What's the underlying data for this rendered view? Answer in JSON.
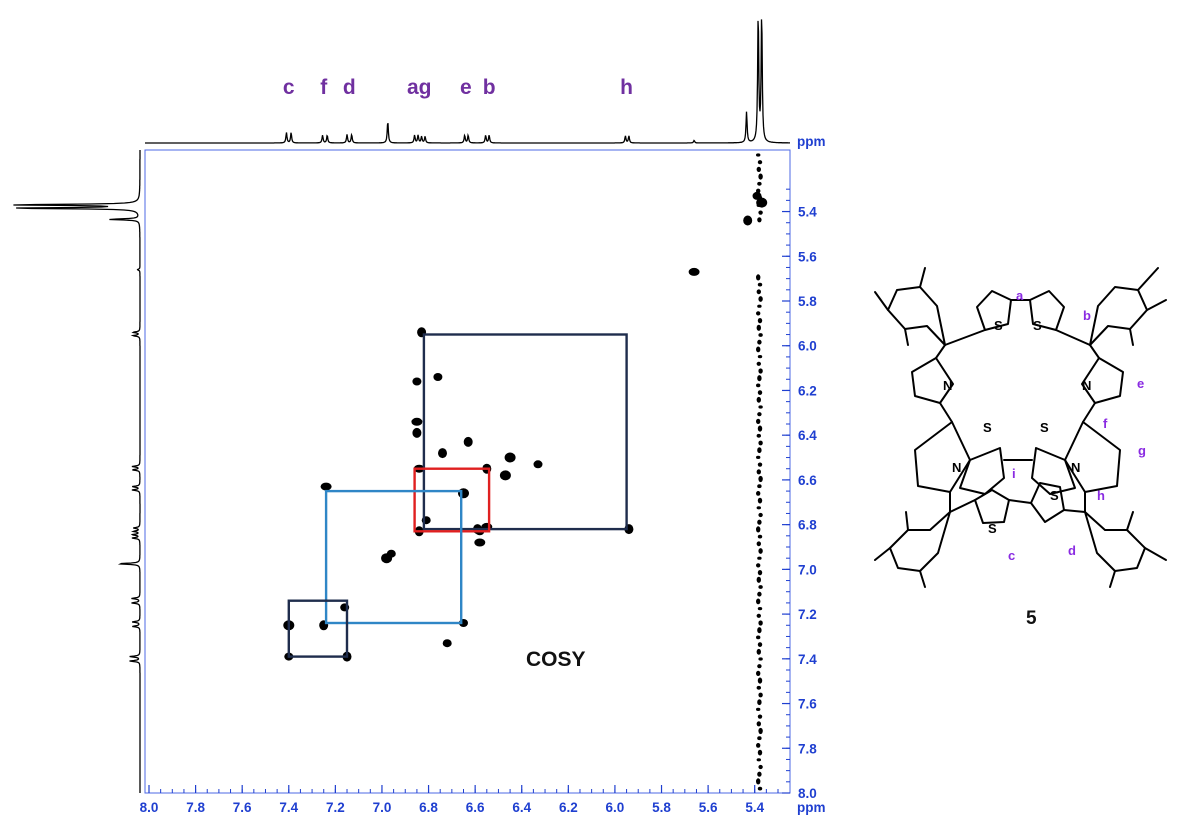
{
  "chart_data": {
    "type": "scatter",
    "title": "COSY",
    "xlabel": "ppm",
    "ylabel": "ppm",
    "xlim": [
      8.0,
      5.3
    ],
    "ylim": [
      5.25,
      8.0
    ],
    "x_ticks": [
      "8.0",
      "7.8",
      "7.6",
      "7.4",
      "7.2",
      "7.0",
      "6.8",
      "6.6",
      "6.4",
      "6.2",
      "6.0",
      "5.8",
      "5.6",
      "5.4"
    ],
    "y_ticks": [
      "5.4",
      "5.6",
      "5.8",
      "6.0",
      "6.2",
      "6.4",
      "6.6",
      "6.8",
      "7.0",
      "7.2",
      "7.4",
      "7.6",
      "7.8",
      "8.0"
    ],
    "axis_color": "#1f3fd0",
    "grid": false,
    "peak_labels": [
      {
        "label": "c",
        "ppm": 7.4
      },
      {
        "label": "f",
        "ppm": 7.25
      },
      {
        "label": "d",
        "ppm": 7.14
      },
      {
        "label": "ag",
        "ppm": 6.84
      },
      {
        "label": "e",
        "ppm": 6.64
      },
      {
        "label": "b",
        "ppm": 6.54
      },
      {
        "label": "h",
        "ppm": 5.95
      }
    ],
    "spectrum_1d": [
      {
        "ppm": 7.41,
        "height": 0.08
      },
      {
        "ppm": 7.39,
        "height": 0.08
      },
      {
        "ppm": 7.255,
        "height": 0.06
      },
      {
        "ppm": 7.235,
        "height": 0.06
      },
      {
        "ppm": 7.15,
        "height": 0.065
      },
      {
        "ppm": 7.13,
        "height": 0.065
      },
      {
        "ppm": 6.975,
        "height": 0.17
      },
      {
        "ppm": 6.86,
        "height": 0.06
      },
      {
        "ppm": 6.845,
        "height": 0.06
      },
      {
        "ppm": 6.83,
        "height": 0.05
      },
      {
        "ppm": 6.815,
        "height": 0.05
      },
      {
        "ppm": 6.645,
        "height": 0.06
      },
      {
        "ppm": 6.63,
        "height": 0.06
      },
      {
        "ppm": 6.555,
        "height": 0.06
      },
      {
        "ppm": 6.54,
        "height": 0.06
      },
      {
        "ppm": 5.955,
        "height": 0.055
      },
      {
        "ppm": 5.94,
        "height": 0.055
      },
      {
        "ppm": 5.66,
        "height": 0.02
      },
      {
        "ppm": 5.435,
        "height": 0.24
      },
      {
        "ppm": 5.385,
        "height": 1.0
      },
      {
        "ppm": 5.37,
        "height": 1.0
      }
    ],
    "cross_peaks": [
      {
        "x": 7.4,
        "y": 7.25
      },
      {
        "x": 7.4,
        "y": 7.39
      },
      {
        "x": 7.25,
        "y": 7.25
      },
      {
        "x": 7.24,
        "y": 6.63
      },
      {
        "x": 7.15,
        "y": 7.39
      },
      {
        "x": 7.16,
        "y": 7.17
      },
      {
        "x": 6.98,
        "y": 6.95
      },
      {
        "x": 6.96,
        "y": 6.93
      },
      {
        "x": 6.84,
        "y": 6.83
      },
      {
        "x": 6.84,
        "y": 6.55
      },
      {
        "x": 6.83,
        "y": 5.94
      },
      {
        "x": 6.81,
        "y": 6.78
      },
      {
        "x": 6.65,
        "y": 6.66
      },
      {
        "x": 6.65,
        "y": 7.24
      },
      {
        "x": 6.55,
        "y": 6.55
      },
      {
        "x": 6.55,
        "y": 6.81
      },
      {
        "x": 6.63,
        "y": 6.43
      },
      {
        "x": 6.58,
        "y": 6.83
      },
      {
        "x": 6.45,
        "y": 6.5
      },
      {
        "x": 6.33,
        "y": 6.53
      },
      {
        "x": 6.85,
        "y": 6.39
      },
      {
        "x": 6.85,
        "y": 6.34
      },
      {
        "x": 6.74,
        "y": 6.48
      },
      {
        "x": 6.76,
        "y": 6.14
      },
      {
        "x": 6.47,
        "y": 6.58
      },
      {
        "x": 6.72,
        "y": 7.33
      },
      {
        "x": 5.94,
        "y": 6.82
      },
      {
        "x": 5.66,
        "y": 5.67
      },
      {
        "x": 5.43,
        "y": 5.44
      },
      {
        "x": 5.39,
        "y": 5.33
      },
      {
        "x": 5.37,
        "y": 5.36
      },
      {
        "x": 6.85,
        "y": 6.16
      },
      {
        "x": 6.59,
        "y": 6.82
      },
      {
        "x": 6.58,
        "y": 6.88
      }
    ],
    "diagonal_streak_ppm": 5.38,
    "boxes": [
      {
        "color": "#1f2d4d",
        "x1": 6.82,
        "x2": 5.95,
        "y1": 5.95,
        "y2": 6.82
      },
      {
        "color": "#e02020",
        "x1": 6.86,
        "x2": 6.54,
        "y1": 6.55,
        "y2": 6.83
      },
      {
        "color": "#2f86c6",
        "x1": 7.24,
        "x2": 6.66,
        "y1": 6.65,
        "y2": 7.24
      },
      {
        "color": "#1f2d4d",
        "x1": 7.4,
        "x2": 7.15,
        "y1": 7.14,
        "y2": 7.39
      }
    ]
  },
  "structure": {
    "compound_number": "5",
    "proton_labels": [
      "a",
      "b",
      "e",
      "f",
      "g",
      "h",
      "i",
      "c",
      "d"
    ],
    "label_color": "#8a2be2",
    "atoms": {
      "N": "N",
      "S": "S"
    }
  }
}
